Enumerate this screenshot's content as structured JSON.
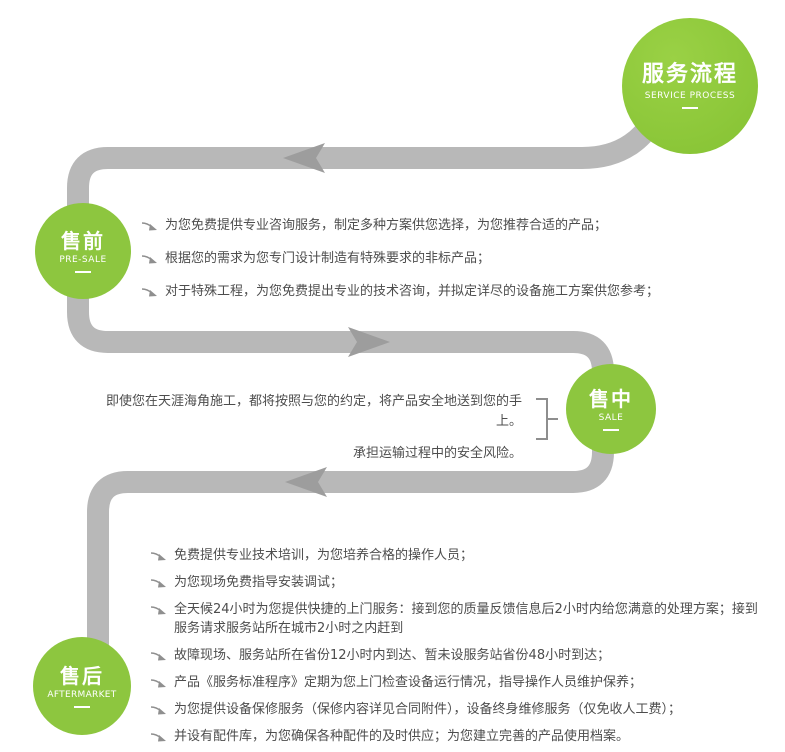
{
  "title": {
    "zh": "服务流程",
    "en": "SERVICE PROCESS"
  },
  "stages": [
    {
      "zh": "售前",
      "en": "PRE-SALE",
      "items": [
        "为您免费提供专业咨询服务，制定多种方案供您选择，为您推荐合适的产品；",
        "根据您的需求为您专门设计制造有特殊要求的非标产品；",
        "对于特殊工程，为您免费提出专业的技术咨询，并拟定详尽的设备施工方案供您参考；"
      ]
    },
    {
      "zh": "售中",
      "en": "SALE",
      "items": [
        "即使您在天涯海角施工，都将按照与您的约定，将产品安全地送到您的手上。",
        "承担运输过程中的安全风险。"
      ]
    },
    {
      "zh": "售后",
      "en": "AFTERMARKET",
      "items": [
        "免费提供专业技术培训，为您培养合格的操作人员；",
        "为您现场免费指导安装调试；",
        "全天候24小时为您提供快捷的上门服务：接到您的质量反馈信息后2小时内给您满意的处理方案；接到服务请求服务站所在城市2小时之内赶到",
        "故障现场、服务站所在省份12小时内到达、暂未设服务站省份48小时到达；",
        "产品《服务标准程序》定期为您上门检查设备运行情况，指导操作人员维护保养；",
        "为您提供设备保修服务（保修内容详见合同附件），设备终身维修服务（仅免收人工费）；",
        "并设有配件库，为您确保各种配件的及时供应；为您建立完善的产品使用档案。"
      ]
    }
  ],
  "colors": {
    "green": "#8dc63f",
    "path_gray": "#b8b8b8",
    "arrow_gray": "#9d9d9d",
    "text_gray": "#4d4d4d"
  }
}
